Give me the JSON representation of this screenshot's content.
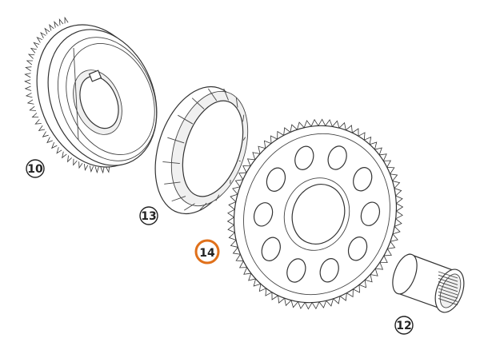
{
  "diagram": {
    "callouts": [
      {
        "id": "10",
        "label": "10",
        "highlight": false
      },
      {
        "id": "13",
        "label": "13",
        "highlight": false
      },
      {
        "id": "14",
        "label": "14",
        "highlight": true
      },
      {
        "id": "12",
        "label": "12",
        "highlight": false
      }
    ],
    "colors": {
      "line": "#333333",
      "highlight": "#e0701a",
      "background": "#ffffff"
    }
  }
}
